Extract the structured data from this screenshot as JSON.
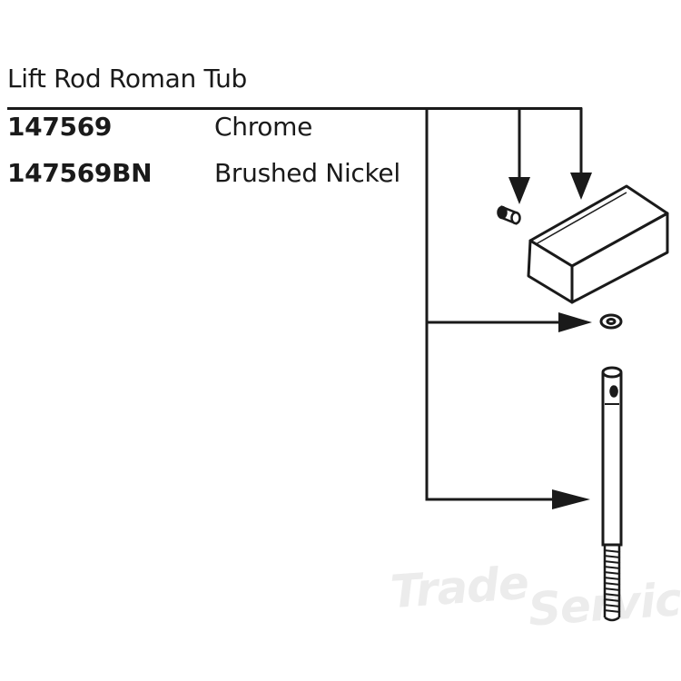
{
  "title": "Lift Rod Roman Tub",
  "parts": [
    {
      "number": "147569",
      "finish": "Chrome"
    },
    {
      "number": "147569BN",
      "finish": "Brushed Nickel"
    }
  ],
  "watermark": {
    "line1": "Trade",
    "line2": "Service"
  },
  "colors": {
    "ink": "#1a1a1a",
    "background": "#ffffff",
    "watermark": "#ececec"
  }
}
